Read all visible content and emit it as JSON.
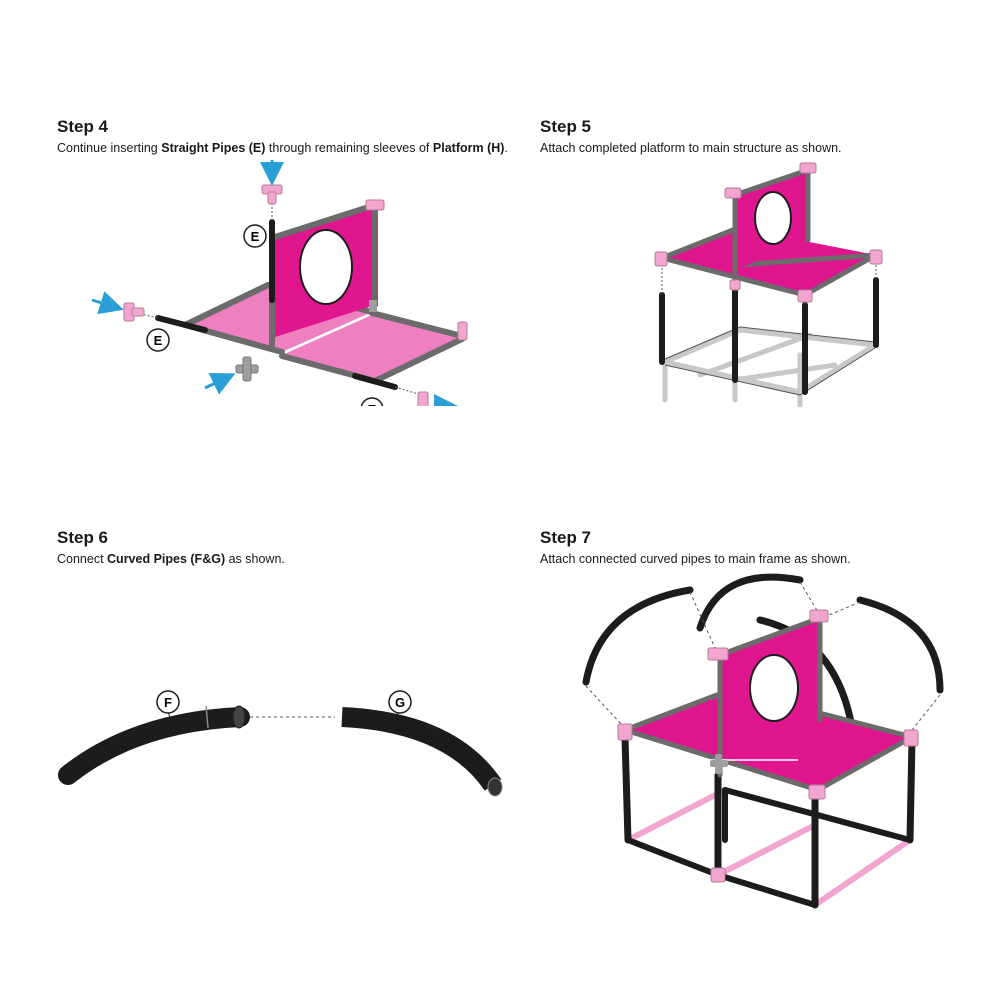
{
  "steps": [
    {
      "title": "Step 4",
      "desc_1": "Continue inserting ",
      "desc_bold_1": "Straight Pipes (E)",
      "desc_2": " through remaining sleeves of ",
      "desc_bold_2": "Platform (H)",
      "desc_3": "."
    },
    {
      "title": "Step 5",
      "desc": "Attach completed platform to main structure as shown."
    },
    {
      "title": "Step 6",
      "desc_1": "Connect ",
      "desc_bold_1": "Curved Pipes (F&G)",
      "desc_2": " as shown."
    },
    {
      "title": "Step 7",
      "desc": "Attach connected curved pipes to main frame as shown."
    }
  ],
  "callouts": {
    "e1": "E",
    "e2": "E",
    "e3": "E",
    "f": "F",
    "g": "G"
  },
  "colors": {
    "panel_magenta": "#e0168f",
    "panel_light": "#ee7fc1",
    "connector_pink": "#f2a6cf",
    "pipe_dark": "#1c1c1c",
    "frame_gray": "#6b6b6b",
    "arrow_blue": "#2a9fd6"
  }
}
